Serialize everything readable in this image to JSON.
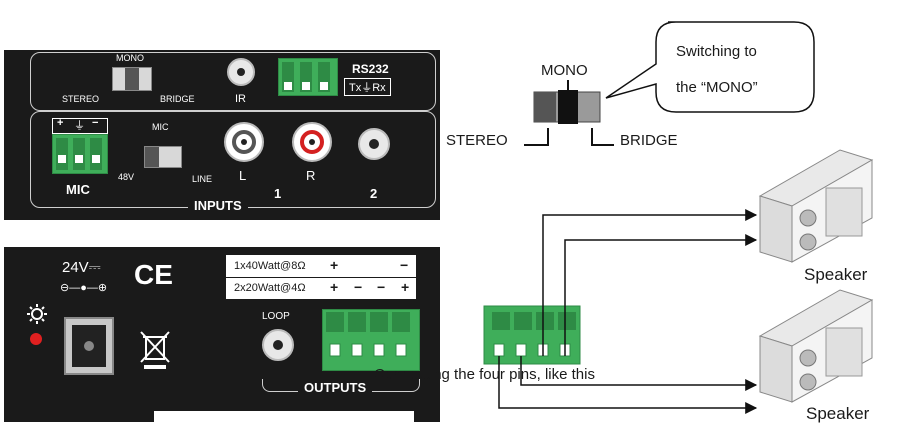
{
  "top_panel": {
    "switch1": {
      "top_label": "MONO",
      "left_label": "STEREO",
      "right_label": "BRIDGE"
    },
    "ir_label": "IR",
    "rs232": {
      "title": "RS232",
      "pins": "Tx⏚Rx"
    },
    "mic_terminal_signs": [
      "+",
      "⏚",
      "−"
    ],
    "mic_label": "MIC",
    "switch2": {
      "top_label": "MIC",
      "left_label": "48V",
      "right_label": "LINE"
    },
    "jack_labels": [
      "L",
      "R"
    ],
    "input_numbers": [
      "1",
      "2"
    ],
    "inputs_label": "INPUTS"
  },
  "bottom_panel": {
    "voltage": "24V⎓",
    "polarity": "⊖—●—⊕",
    "ce_mark": "CE",
    "output_table": {
      "row1": {
        "spec": "1x40Watt@8Ω",
        "signs": [
          "+",
          "−"
        ]
      },
      "row2": {
        "spec": "2x20Watt@4Ω",
        "signs": [
          "+",
          "−",
          "−",
          "+"
        ]
      }
    },
    "loop_label": "LOOP",
    "outputs_label": "OUTPUTS"
  },
  "mono_switch": {
    "top_label": "MONO",
    "left_label": "STEREO",
    "right_label": "BRIDGE"
  },
  "callout": {
    "line1": "Switching to",
    "line2": "the “MONO”"
  },
  "wiring": {
    "caption": "Connecting the four pins, like this",
    "speakers": [
      "Speaker",
      "Speaker"
    ]
  },
  "colors": {
    "panel": "#1a1a1a",
    "terminal_green": "#3fae5a",
    "terminal_dark": "#2e8b45",
    "jack_red": "#d42020",
    "led_red": "#e02020"
  }
}
